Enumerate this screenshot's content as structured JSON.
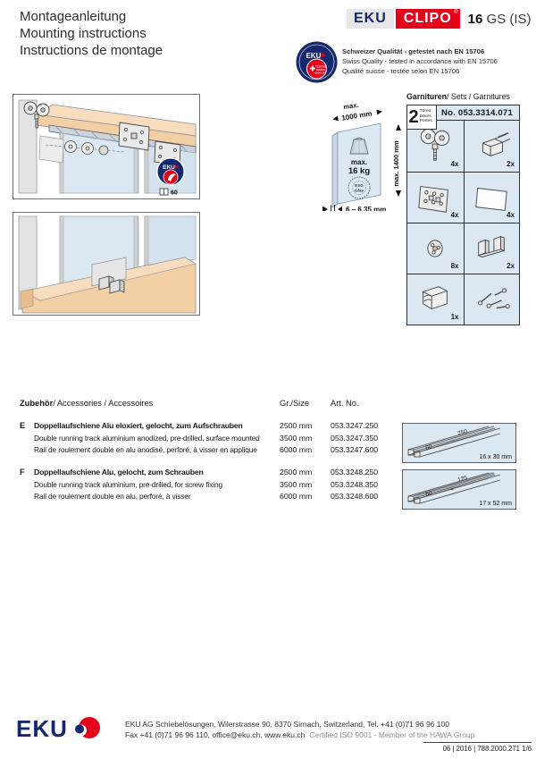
{
  "title": {
    "line1": "Montageanleitung",
    "line2": "Mounting instructions",
    "line3": "Instructions de montage"
  },
  "brand": {
    "eku": "EKU",
    "clipo": "CLIPO",
    "registered": "®",
    "model_number": "16",
    "model_suffix": "GS (IS)"
  },
  "quality": {
    "badge_brand": "EKU",
    "badge_tested": "TESTED",
    "badge_swiss": "SWISS",
    "badge_quality": "QUALITY",
    "line_de": "Schweizer Qualität - getestet nach EN 15706",
    "line_en": "Swiss Quality - tested in accordance with EN 15706",
    "line_fr": "Qualité suisse - testée selon EN 15706"
  },
  "drawing_badge": {
    "brand": "EKU",
    "page_ref": "60"
  },
  "door_spec": {
    "width_max": "max.",
    "width_value": "1000 mm",
    "height_value": "max. 1400 mm",
    "weight_max": "max.",
    "weight_value": "16 kg",
    "glass_line1": "ESG",
    "glass_line2": "Glas",
    "thickness": "6 – 6.35 mm"
  },
  "sets": {
    "title_bold": "Garnituren",
    "title_rest": "/ Sets / Garnitures",
    "doors_number": "2",
    "doors_de": "Türen",
    "doors_en": "Doors",
    "doors_fr": "Portes",
    "article_no": "No. 053.3314.071",
    "quantities": {
      "roller": "4x",
      "stopper": "2x",
      "plate": "4x",
      "pad": "4x",
      "disc": "8x",
      "guide": "2x",
      "cap": "1x"
    }
  },
  "accessories": {
    "title_bold": "Zubehör",
    "title_rest": "/ Accessories / Accessoires",
    "col_size": "Gr./Size",
    "col_art": "Art. No.",
    "items": [
      {
        "letter": "E",
        "rows": [
          {
            "text": "Doppellaufschiene Alu eloxiert, gelocht, zum Aufschrauben",
            "size": "2500 mm",
            "art": "053.3247.250"
          },
          {
            "text": "Double running track aluminium anodized, pre-drilled, surface mounted",
            "size": "3500 mm",
            "art": "053.3247.350"
          },
          {
            "text": "Rail de roulement double en alu anodisé, perforé, à visser en applique",
            "size": "6000 mm",
            "art": "053.3247.600"
          }
        ],
        "profile": {
          "dim_length": "250",
          "dim_width": "50",
          "label": "16 x 30 mm"
        }
      },
      {
        "letter": "F",
        "rows": [
          {
            "text": "Doppellaufschiene Alu, gelocht, zum Schrauben",
            "size": "2500 mm",
            "art": "053.3248.250"
          },
          {
            "text": "Double running track aluminium, pre-drilled, for screw fixing",
            "size": "3500 mm",
            "art": "053.3248.350"
          },
          {
            "text": "Rail de roulement double en alu, perforé, à visser",
            "size": "6000 mm",
            "art": "053.3248.600"
          }
        ],
        "profile": {
          "dim_length": "125",
          "dim_width": "50",
          "label": "17 x 52 mm"
        }
      }
    ]
  },
  "footer": {
    "logo_text": "EKU",
    "address_line1": "EKU AG Schiebelösungen, Wilerstrasse 90, 8370 Sirnach, Switzerland, Tel. +41 (0)71 96 96 100",
    "address_line2": "Fax +41 (0)71 96 96 110, office@eku.ch, www.eku.ch",
    "certification": "Certified ISO 9001 - Member of the HAWA Group",
    "doc_ref": "06 | 2016 | 788.2000.271  1/6"
  },
  "colors": {
    "navy": "#16286d",
    "red": "#e2001a",
    "glass_blue": "#dce8f1",
    "wood": "#f2cfa4"
  }
}
